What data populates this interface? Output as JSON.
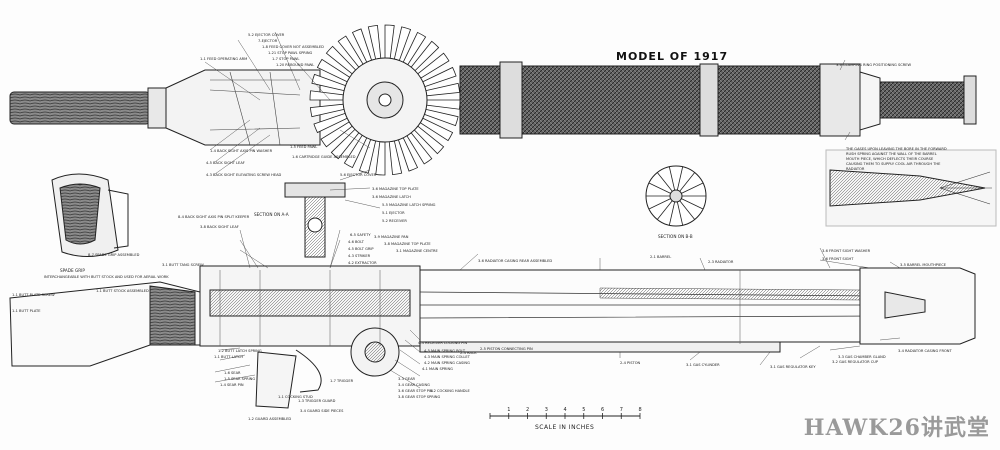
{
  "title": "MODEL OF 1917",
  "scale_label": "SCALE IN INCHES",
  "scale_ticks": [
    "1",
    "2",
    "3",
    "4",
    "5",
    "6",
    "7",
    "8"
  ],
  "watermark": "HAWK26讲武堂",
  "section_labels": {
    "section_aa": "SECTION ON A-A",
    "section_bb": "SECTION ON B-B",
    "spade_grip": "SPADE GRIP"
  },
  "part_labels": [
    "1-1 FEED OPERATING ARM",
    "5-2 EJECTOR COVER",
    "7-EJECTOR",
    "1-8 FEED COVER NOT ASSEMBLED",
    "1-21 STOP PAWL SPRING",
    "1-7 STOP PAWL",
    "1-20 REBOUND PAWL",
    "1-5 FEED PAWL",
    "1-4 BACK SIGHT AXIS PIN WASHER",
    "4-5 BACK SIGHT LEAF",
    "4-3 BACK SIGHT ELEVATING SCREW HEAD",
    "1-6 CARTRIDGE GUIDE ASSEMBLED",
    "5-6 EJECTOR COVER",
    "3-6 MAGAZINE TOP PLATE",
    "3-6 MAGAZINE LATCH",
    "5-5 MAGAZINE LATCH SPRING",
    "5-1 EJECTOR",
    "5-2 RECEIVER",
    "8-4 BACK SIGHT AXIS PIN SPLIT KEEPER",
    "3-8 BACK SIGHT LEAF",
    "8-7 SPADE GRIP ASSEMBLED",
    "3-1 BUTT TANG SCREW",
    "1-1 BUTT STOCK ASSEMBLED",
    "1-1 BUTT PLATE SCREW",
    "1-1 BUTT PLATE",
    "6-5 SAFETY",
    "4-6 BOLT",
    "4-5 BOLT GRIP",
    "4-3 STRIKER",
    "4-2 EXTRACTOR",
    "3-9 MAGAZINE PAN",
    "3-8 MAGAZINE TOP PLATE",
    "3-1 MAGAZINE CENTRE",
    "2-1 BARREL",
    "2-3 RADIATOR",
    "3-6 RADIATOR CASING REAR ASSEMBLED",
    "3-6 FRONT SIGHT WASHER",
    "3-6 CLAMPING RING POSITIONING SCREW",
    "3-6 FRONT SIGHT",
    "3-5 BARREL MOUTHPIECE",
    "3-4 RADIATOR CASING FRONT",
    "3-3 GAS CHAMBER GLAND",
    "3-2 GAS REGULATOR CUP",
    "3-1 GAS REGULATOR KEY",
    "3-1 GAS CYLINDER",
    "2-4 PISTON",
    "2-5 PISTON CONNECTING PIN",
    "2-4 RACK",
    "4-4 RECEIVER LOCKING PIN",
    "4-5 MAIN SPRING BOLT",
    "4-3 MAIN SPRING COLLET",
    "4-2 MAIN SPRING CASING",
    "4-1 MAIN SPRING",
    "3-3 GEAR",
    "3-4 GEAR CASING",
    "3-6 GEAR STOP PIN",
    "3-8 GEAR STOP SPRING",
    "4-2 COCKING HANDLE",
    "1-7 TRIGGER",
    "1-6 SEAR",
    "1-5 SEAR SPRING",
    "1-4 SEAR PIN",
    "1-3 TRIGGER GUARD",
    "1-2 BUTT LATCH SPRING",
    "1-1 BUTT LATCH",
    "3-4 GUARD SIDE PIECES",
    "1-2 GUARD ASSEMBLED",
    "1-1 COCKING STUD"
  ],
  "notes": [
    "INTERCHANGEABLE WITH BUTT STOCK AND USED FOR AERIAL WORK",
    "THE GASES UPON LEAVING THE BORE IN THE FORWARD RUSH SPRING AGAINST THE WALL OF THE BARREL MOUTH PIECE, WHICH DEFLECTS THEIR COURSE CAUSING THEM TO SUPPLY COOL AIR THROUGH THE RADIATOR"
  ]
}
